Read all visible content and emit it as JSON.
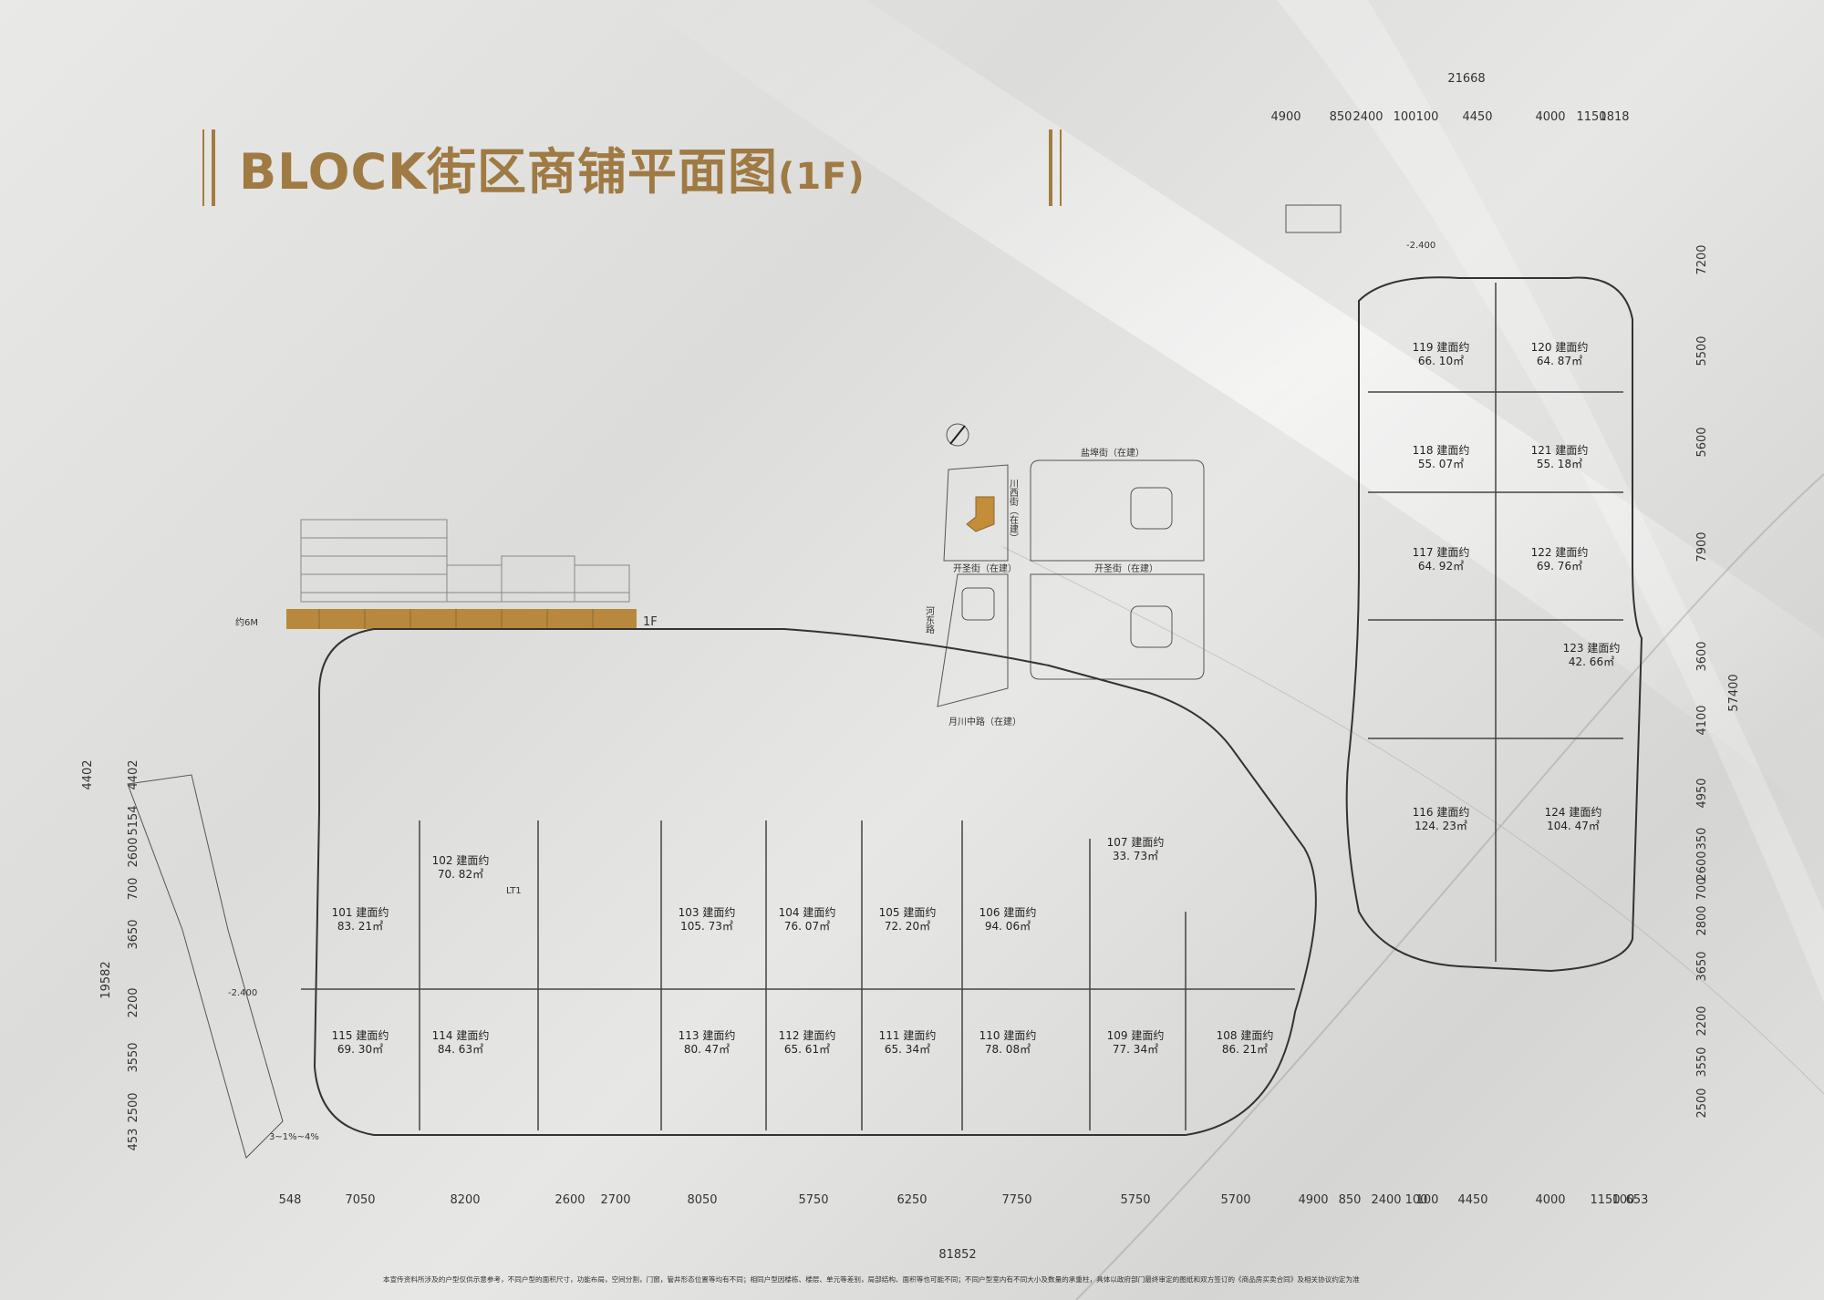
{
  "title": {
    "main": "BLOCK街区商铺平面图",
    "suffix": "(1F)"
  },
  "elevation": {
    "height_label": "约6M",
    "floor_label": "1F"
  },
  "site_map": {
    "roads": [
      "盐埠街（在建）",
      "川西街（在建）",
      "开圣街（在建）",
      "开圣街（在建）",
      "河东路",
      "月川中路（在建）"
    ]
  },
  "main_building": {
    "units": [
      {
        "name": "101 建面约",
        "area": "83. 21㎡"
      },
      {
        "name": "102 建面约",
        "area": "70. 82㎡"
      },
      {
        "name": "103 建面约",
        "area": "105. 73㎡"
      },
      {
        "name": "104 建面约",
        "area": "76. 07㎡"
      },
      {
        "name": "105 建面约",
        "area": "72. 20㎡"
      },
      {
        "name": "106 建面约",
        "area": "94. 06㎡"
      },
      {
        "name": "107 建面约",
        "area": "33. 73㎡"
      },
      {
        "name": "115 建面约",
        "area": "69. 30㎡"
      },
      {
        "name": "114 建面约",
        "area": "84. 63㎡"
      },
      {
        "name": "113 建面约",
        "area": "80. 47㎡"
      },
      {
        "name": "112 建面约",
        "area": "65. 61㎡"
      },
      {
        "name": "111 建面约",
        "area": "65. 34㎡"
      },
      {
        "name": "110 建面约",
        "area": "78. 08㎡"
      },
      {
        "name": "109 建面约",
        "area": "77. 34㎡"
      },
      {
        "name": "108 建面约",
        "area": "86. 21㎡"
      }
    ],
    "dims_bottom": [
      "548",
      "7050",
      "8200",
      "2600",
      "2700",
      "8050",
      "5750",
      "6250",
      "7750",
      "5750",
      "5700",
      "4900",
      "850",
      "2400",
      "100",
      "100",
      "4450",
      "4000",
      "1150",
      "100",
      "653"
    ],
    "total_bottom": "81852",
    "dims_left": [
      "4402",
      "4402",
      "5154",
      "2600",
      "700",
      "3650",
      "2200",
      "3550",
      "2500",
      "453"
    ],
    "total_left": "19582",
    "labels": {
      "lt1": "LT1",
      "level": "-2.400",
      "ramp": "3~1%~4%"
    }
  },
  "right_building": {
    "units": [
      {
        "name": "119 建面约",
        "area": "66. 10㎡"
      },
      {
        "name": "120 建面约",
        "area": "64. 87㎡"
      },
      {
        "name": "118 建面约",
        "area": "55. 07㎡"
      },
      {
        "name": "121 建面约",
        "area": "55. 18㎡"
      },
      {
        "name": "117 建面约",
        "area": "64. 92㎡"
      },
      {
        "name": "122 建面约",
        "area": "69. 76㎡"
      },
      {
        "name": "123 建面约",
        "area": "42. 66㎡"
      },
      {
        "name": "116 建面约",
        "area": "124. 23㎡"
      },
      {
        "name": "124 建面约",
        "area": "104. 47㎡"
      }
    ],
    "dims_top": [
      "4900",
      "850",
      "2400",
      "100",
      "100",
      "4450",
      "4000",
      "1150",
      "1818"
    ],
    "total_top": "21668",
    "dims_right": [
      "7200",
      "5500",
      "5600",
      "7900",
      "3600",
      "4100",
      "4950",
      "350",
      "2600",
      "700",
      "2800",
      "3650",
      "2200",
      "3550",
      "2500"
    ],
    "total_right": "57400",
    "level": "-2.400"
  },
  "disclaimer": "本宣传资料所涉及的户型仅供示意参考，不同户型的面积尺寸，功能布局，空间分割，门窗，管井形态位置等均有不同；相同户型因楼栋、楼层、单元等差别，局部结构、面积等也可能不同；不同户型室内有不同大小及数量的承重柱，具体以政府部门最终审定的图纸和双方签订的《商品房买卖合同》及相关协议约定为准"
}
